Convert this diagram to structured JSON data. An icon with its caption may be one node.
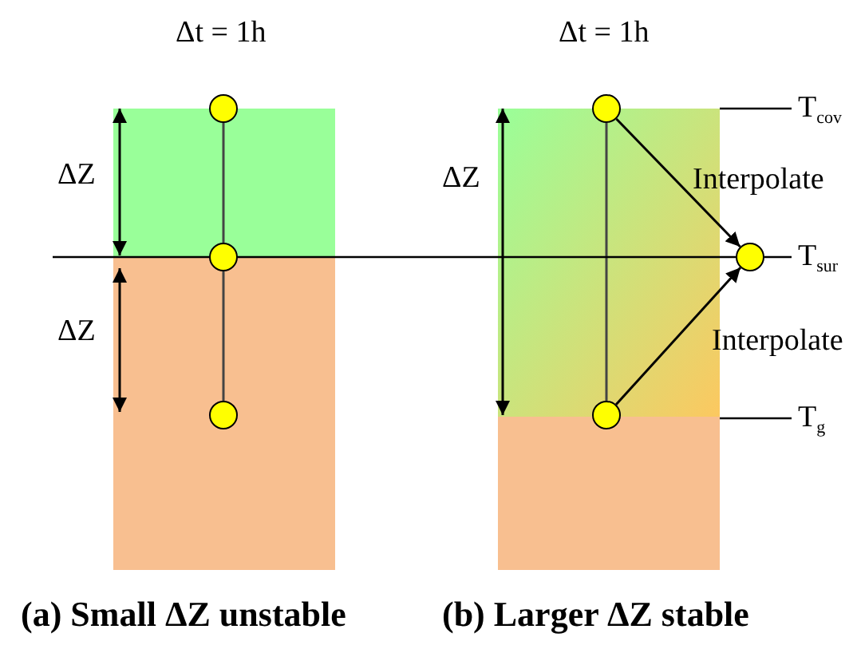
{
  "diagram": {
    "nodes": [
      {
        "text": [],
        "shape": "circle",
        "beside": [
          "Δt = 1h"
        ]
      },
      {
        "text": [],
        "shape": "circle"
      },
      {
        "text": [],
        "shape": "circle"
      },
      {
        "text": [],
        "shape": "circle",
        "beside": [
          "Δt = 1h"
        ]
      },
      {
        "text": [],
        "shape": "circle"
      },
      {
        "text": [],
        "shape": "circle"
      },
      {
        "text": [
          "T$_{cov}$"
        ]
      },
      {
        "text": [
          "T$_{sur}$"
        ]
      },
      {
        "text": [
          "T$_{g}$"
        ]
      }
    ],
    "edges": [
      {
        "from": 0,
        "to": 1,
        "arrow": "none"
      },
      {
        "from": 1,
        "to": 2,
        "arrow": "none"
      },
      {
        "from": 3,
        "to": 4,
        "arrow": "none"
      },
      {
        "from": 3,
        "to": 5,
        "arrow": "to",
        "label": "Interpolate"
      },
      {
        "from": 4,
        "to": 5,
        "arrow": "to",
        "label": "Interpolate"
      },
      {
        "from": 6,
        "to": null,
        "arrow": "none"
      },
      {
        "from": 7,
        "to": 5,
        "arrow": "none"
      },
      {
        "from": 8,
        "to": null,
        "arrow": "none"
      },
      {
        "from": null,
        "to": 5,
        "arrow": "none"
      }
    ],
    "labels": [
      "ΔZ",
      "ΔZ",
      "ΔZ",
      "(a) Small ΔZ unstable",
      "(b) Larger ΔZ stable"
    ]
  }
}
